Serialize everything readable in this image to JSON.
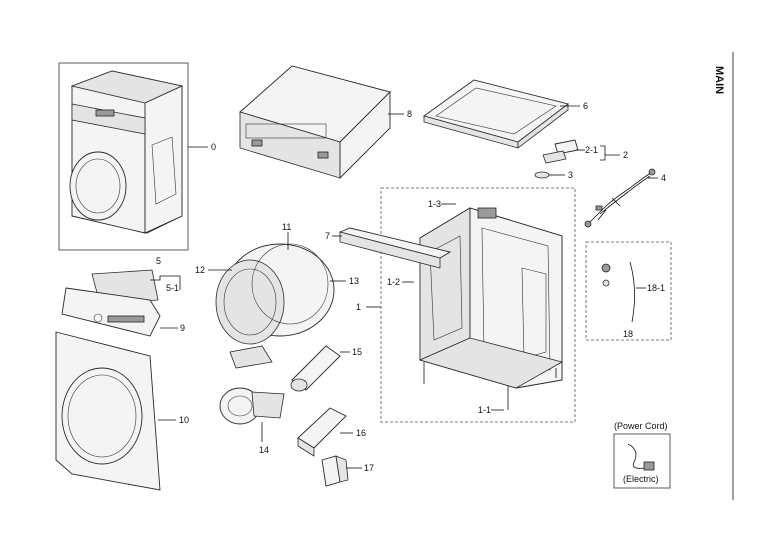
{
  "section_label": "MAIN",
  "callouts": {
    "c0": "0",
    "c1": "1",
    "c1_1": "1-1",
    "c1_2": "1-2",
    "c1_3": "1-3",
    "c2": "2",
    "c2_1": "2-1",
    "c3": "3",
    "c4": "4",
    "c5": "5",
    "c5_1": "5-1",
    "c6": "6",
    "c7": "7",
    "c8": "8",
    "c9": "9",
    "c10": "10",
    "c11": "11",
    "c12": "12",
    "c13": "13",
    "c14": "14",
    "c15": "15",
    "c16": "16",
    "c17": "17",
    "c18": "18",
    "c18_1": "18-1"
  },
  "legend": {
    "title": "(Power Cord)",
    "caption": "(Electric)"
  }
}
